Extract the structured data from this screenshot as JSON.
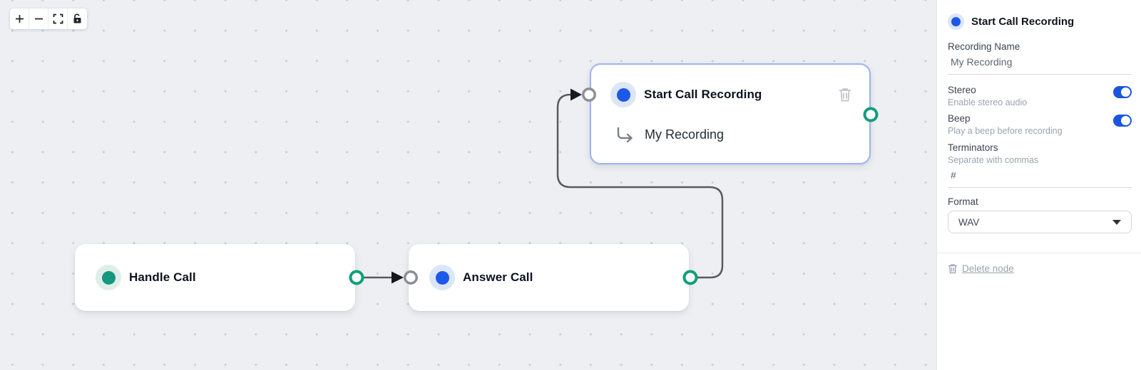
{
  "toolbar": {
    "buttons": [
      {
        "icon": "zoom-in-icon"
      },
      {
        "icon": "zoom-out-icon"
      },
      {
        "icon": "fit-view-icon"
      },
      {
        "icon": "unlock-icon"
      }
    ]
  },
  "nodes": [
    {
      "title": "Handle Call",
      "accent": "teal"
    },
    {
      "title": "Answer Call",
      "accent": "blue"
    },
    {
      "title": "Start Call Recording",
      "subtitle": "My Recording",
      "accent": "blue",
      "selected": true
    }
  ],
  "panel": {
    "title": "Start Call Recording",
    "recording_name": {
      "label": "Recording Name",
      "value": "My Recording"
    },
    "stereo": {
      "label": "Stereo",
      "sublabel": "Enable stereo audio",
      "enabled": true
    },
    "beep": {
      "label": "Beep",
      "sublabel": "Play a beep before recording",
      "enabled": true
    },
    "terminators": {
      "label": "Terminators",
      "sublabel": "Separate with commas",
      "value": "#"
    },
    "format": {
      "label": "Format",
      "value": "WAV"
    },
    "delete_label": "Delete node"
  },
  "colors": {
    "canvas_bg": "#edeff3",
    "accent_teal": "#16977f",
    "accent_blue": "#1d58e8",
    "selected_border": "#9fb3f3",
    "edge": "#565b61",
    "source_handle": "#0f9e7c",
    "target_handle": "#8b9096",
    "toggle_on": "#1a56db"
  }
}
